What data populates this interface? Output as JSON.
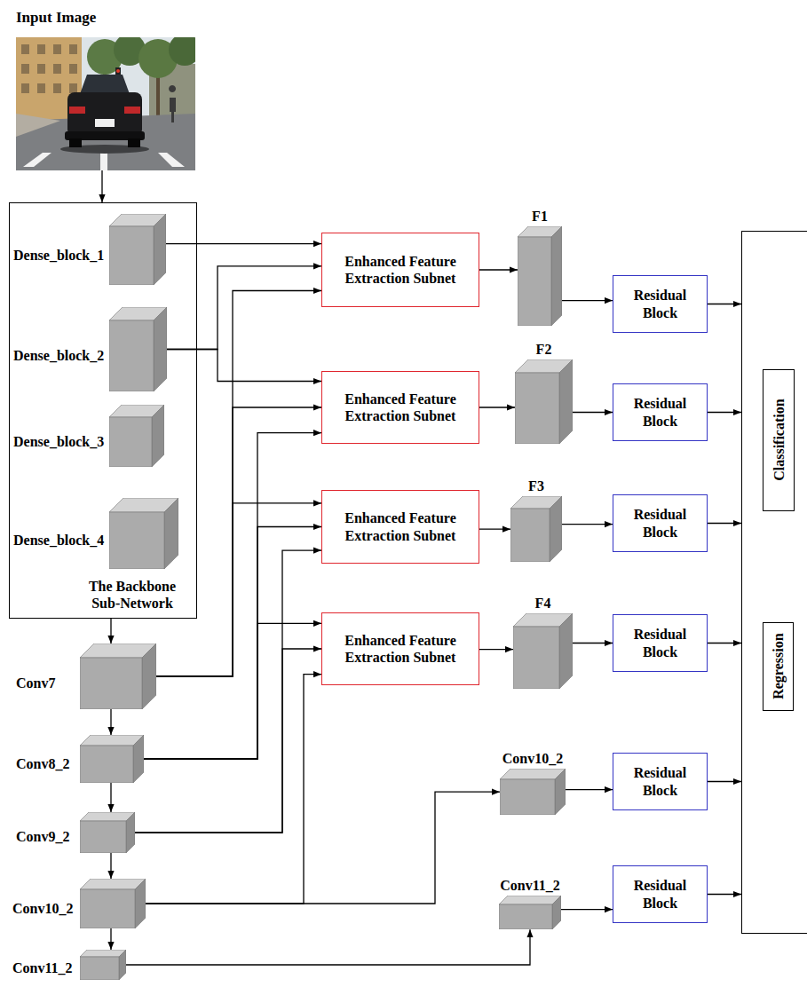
{
  "diagram": {
    "nodes": [
      {
        "text": [
          "Input Image"
        ]
      },
      {
        "text": [
          "The Backbone Sub-Network"
        ]
      },
      {
        "text": [
          "Dense_block_1"
        ],
        "in": 1
      },
      {
        "text": [
          "Dense_block_2"
        ],
        "in": 1
      },
      {
        "text": [
          "Dense_block_3"
        ],
        "in": 1
      },
      {
        "text": [
          "Dense_block_4"
        ],
        "in": 1
      },
      {
        "text": [
          "Conv7"
        ]
      },
      {
        "text": [
          "Conv8_2"
        ]
      },
      {
        "text": [
          "Conv9_2"
        ]
      },
      {
        "text": [
          "Conv10_2"
        ]
      },
      {
        "text": [
          "Conv11_2"
        ]
      },
      {
        "text": [
          "Enhanced Feature Extraction Subnet"
        ]
      },
      {
        "text": [
          "Enhanced Feature Extraction Subnet"
        ]
      },
      {
        "text": [
          "Enhanced Feature Extraction Subnet"
        ]
      },
      {
        "text": [
          "Enhanced Feature Extraction Subnet"
        ]
      },
      {
        "text": [
          "F1"
        ]
      },
      {
        "text": [
          "F2"
        ]
      },
      {
        "text": [
          "F3"
        ]
      },
      {
        "text": [
          "F4"
        ]
      },
      {
        "text": [
          "Conv10_2"
        ]
      },
      {
        "text": [
          "Conv11_2"
        ]
      },
      {
        "text": [
          "Residual Block"
        ]
      },
      {
        "text": [
          "Residual Block"
        ]
      },
      {
        "text": [
          "Residual Block"
        ]
      },
      {
        "text": [
          "Residual Block"
        ]
      },
      {
        "text": [
          "Residual Block"
        ]
      },
      {
        "text": [
          "Residual Block"
        ]
      },
      {
        "text": []
      },
      {
        "text": [
          "Classification"
        ],
        "in": 27
      },
      {
        "text": [
          "Regression"
        ],
        "in": 27
      }
    ],
    "edges": [
      {
        "from": 0,
        "to": 1,
        "arrow": "to"
      },
      {
        "from": 1,
        "to": 6,
        "arrow": "to"
      },
      {
        "from": 6,
        "to": 7,
        "arrow": "to"
      },
      {
        "from": 7,
        "to": 8,
        "arrow": "to"
      },
      {
        "from": 8,
        "to": 9,
        "arrow": "to"
      },
      {
        "from": 9,
        "to": 10,
        "arrow": "to"
      },
      {
        "from": 2,
        "to": 11,
        "arrow": "to"
      },
      {
        "from": 3,
        "to": 11,
        "arrow": "to"
      },
      {
        "from": 6,
        "to": 11,
        "arrow": "to"
      },
      {
        "from": 3,
        "to": 12,
        "arrow": "to"
      },
      {
        "from": 6,
        "to": 12,
        "arrow": "to"
      },
      {
        "from": 7,
        "to": 12,
        "arrow": "to"
      },
      {
        "from": 6,
        "to": 13,
        "arrow": "to"
      },
      {
        "from": 7,
        "to": 13,
        "arrow": "to"
      },
      {
        "from": 8,
        "to": 13,
        "arrow": "to"
      },
      {
        "from": 7,
        "to": 14,
        "arrow": "to"
      },
      {
        "from": 8,
        "to": 14,
        "arrow": "to"
      },
      {
        "from": 9,
        "to": 14,
        "arrow": "to"
      },
      {
        "from": 11,
        "to": 15,
        "arrow": "to"
      },
      {
        "from": 12,
        "to": 16,
        "arrow": "to"
      },
      {
        "from": 13,
        "to": 17,
        "arrow": "to"
      },
      {
        "from": 14,
        "to": 18,
        "arrow": "to"
      },
      {
        "from": 15,
        "to": 21,
        "arrow": "to"
      },
      {
        "from": 16,
        "to": 22,
        "arrow": "to"
      },
      {
        "from": 17,
        "to": 23,
        "arrow": "to"
      },
      {
        "from": 18,
        "to": 24,
        "arrow": "to"
      },
      {
        "from": 9,
        "to": 19,
        "arrow": "to"
      },
      {
        "from": 10,
        "to": 20,
        "arrow": "to"
      },
      {
        "from": 19,
        "to": 25,
        "arrow": "to"
      },
      {
        "from": 20,
        "to": 26,
        "arrow": "to"
      },
      {
        "from": 21,
        "to": 27,
        "arrow": "to"
      },
      {
        "from": 22,
        "to": 27,
        "arrow": "to"
      },
      {
        "from": 23,
        "to": 27,
        "arrow": "to"
      },
      {
        "from": 24,
        "to": 27,
        "arrow": "to"
      },
      {
        "from": 25,
        "to": 27,
        "arrow": "to"
      },
      {
        "from": 26,
        "to": 27,
        "arrow": "to"
      }
    ]
  }
}
